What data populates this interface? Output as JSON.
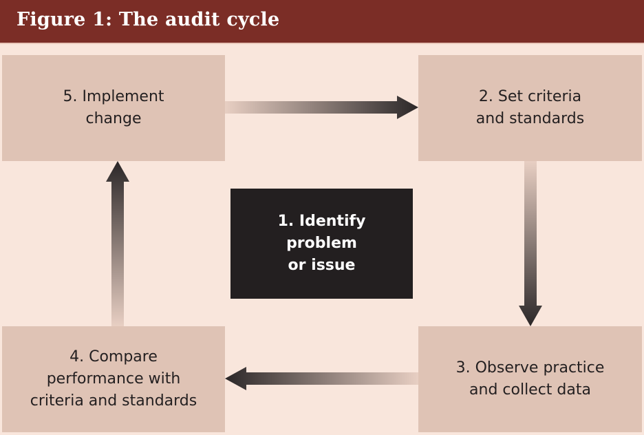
{
  "header": {
    "title": "Figure 1: The audit cycle"
  },
  "steps": {
    "identify": "1. Identify\nproblem\nor issue",
    "set_criteria": "2. Set criteria\nand standards",
    "observe": "3. Observe practice\nand collect data",
    "compare": "4. Compare\nperformance with\ncriteria and standards",
    "implement": "5. Implement\nchange"
  },
  "colors": {
    "header_bg": "#7b2d26",
    "page_bg": "#f9e6dc",
    "box_bg": "#dfc3b5",
    "center_bg": "#231f20",
    "arrow_dark": "#2b2728"
  }
}
